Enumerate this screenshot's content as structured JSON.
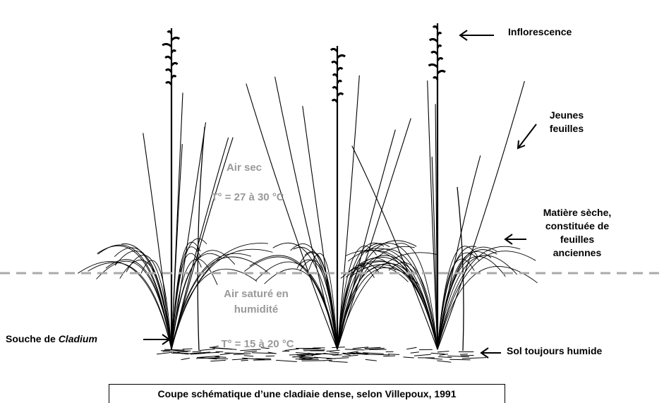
{
  "labels": {
    "inflorescence": "Inflorescence",
    "jeunes_feuilles_1": "Jeunes",
    "jeunes_feuilles_2": "feuilles",
    "matiere_1": "Matière sèche,",
    "matiere_2": "constituée de",
    "matiere_3": "feuilles",
    "matiere_4": "anciennes",
    "air_sec": "Air sec",
    "temp_sec": "T° = 27 à 30 °C",
    "air_sature_1": "Air saturé en",
    "air_sature_2": "humidité",
    "temp_sature": "T° = 15 à 20 °C",
    "souche_prefix": "Souche de ",
    "souche_genus": "Cladium",
    "sol": "Sol toujours humide"
  },
  "caption": "Coupe schématique d’une cladiaie dense, selon Villepoux, 1991",
  "colors": {
    "ink": "#000000",
    "zone_text": "#999999",
    "dashed_line": "#aaaaaa"
  }
}
